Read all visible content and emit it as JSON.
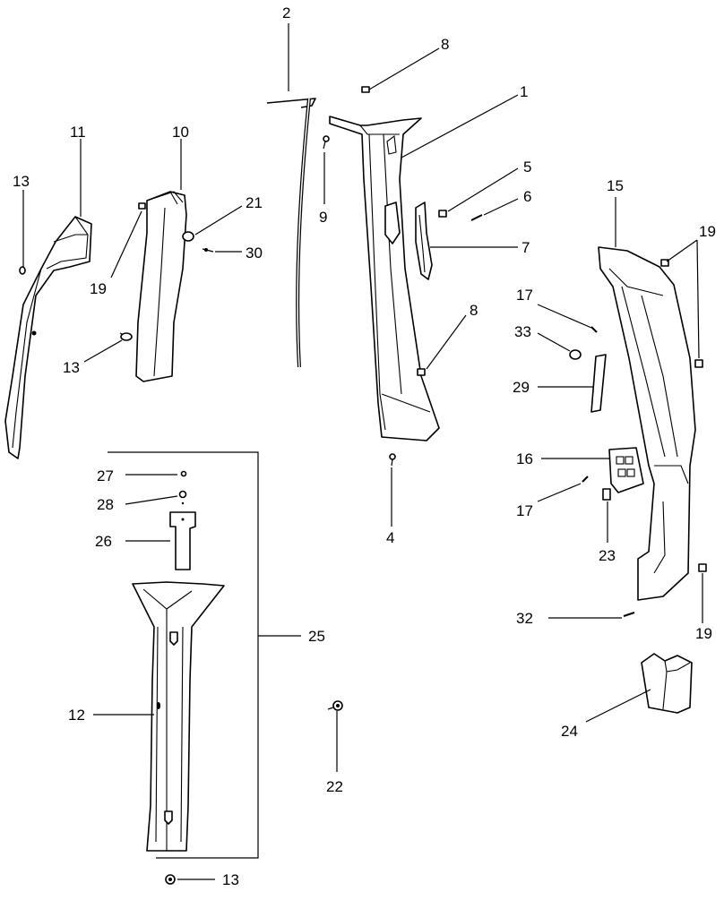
{
  "diagram": {
    "callouts": [
      {
        "id": "c1",
        "text": "1"
      },
      {
        "id": "c2",
        "text": "2"
      },
      {
        "id": "c4",
        "text": "4"
      },
      {
        "id": "c5",
        "text": "5"
      },
      {
        "id": "c6",
        "text": "6"
      },
      {
        "id": "c7",
        "text": "7"
      },
      {
        "id": "c8a",
        "text": "8"
      },
      {
        "id": "c8b",
        "text": "8"
      },
      {
        "id": "c9",
        "text": "9"
      },
      {
        "id": "c10",
        "text": "10"
      },
      {
        "id": "c11",
        "text": "11"
      },
      {
        "id": "c12",
        "text": "12"
      },
      {
        "id": "c13a",
        "text": "13"
      },
      {
        "id": "c13b",
        "text": "13"
      },
      {
        "id": "c13c",
        "text": "13"
      },
      {
        "id": "c15",
        "text": "15"
      },
      {
        "id": "c16",
        "text": "16"
      },
      {
        "id": "c17a",
        "text": "17"
      },
      {
        "id": "c17b",
        "text": "17"
      },
      {
        "id": "c19a",
        "text": "19"
      },
      {
        "id": "c19b",
        "text": "19"
      },
      {
        "id": "c19c",
        "text": "19"
      },
      {
        "id": "c21",
        "text": "21"
      },
      {
        "id": "c22",
        "text": "22"
      },
      {
        "id": "c23",
        "text": "23"
      },
      {
        "id": "c24",
        "text": "24"
      },
      {
        "id": "c25",
        "text": "25"
      },
      {
        "id": "c26",
        "text": "26"
      },
      {
        "id": "c27",
        "text": "27"
      },
      {
        "id": "c28",
        "text": "28"
      },
      {
        "id": "c29",
        "text": "29"
      },
      {
        "id": "c30",
        "text": "30"
      },
      {
        "id": "c32",
        "text": "32"
      },
      {
        "id": "c33",
        "text": "33"
      }
    ]
  }
}
